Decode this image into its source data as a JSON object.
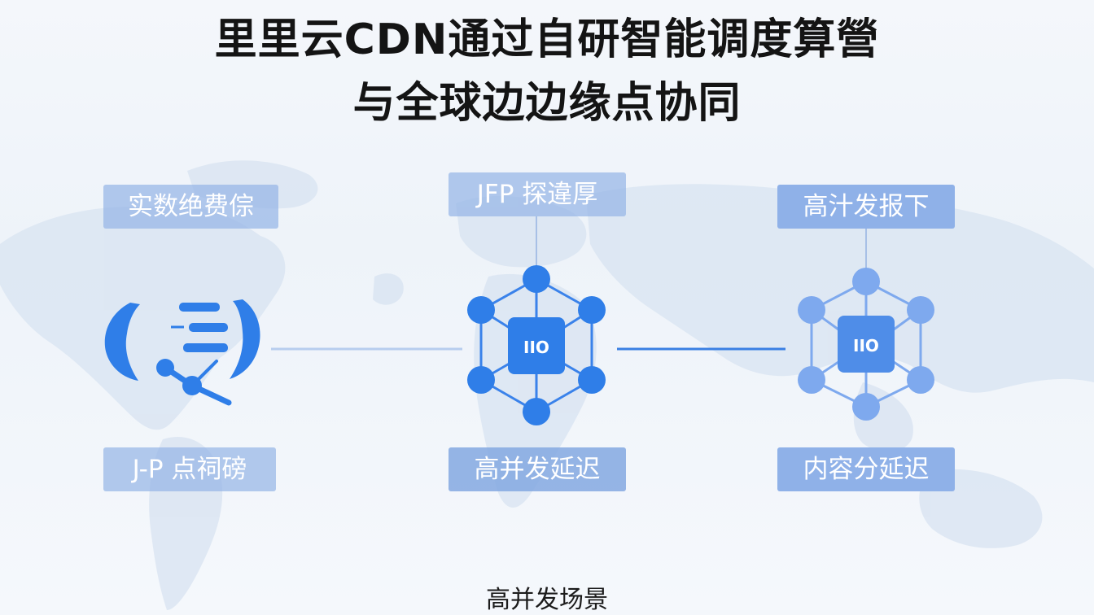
{
  "title": {
    "line1": "里里云CDN通过自研智能调度算營",
    "line2": "与全球边边缘点协同"
  },
  "labels": {
    "top_left": "实数绝费倧",
    "top_center": "JFP 探違厚",
    "top_right": "高汁发报下",
    "bottom_left": "J-P 点祠磅",
    "bottom_center": "高并发延迟",
    "bottom_right": "内容分延迟"
  },
  "nodes": {
    "center_chip": "IIO",
    "right_chip": "IIO"
  },
  "caption": "高并发场景",
  "colors": {
    "primary_blue": "#2f7ee8",
    "light_blue": "#7ea9ee",
    "label_bg": "#8fb1e8",
    "map": "#dde7f4"
  },
  "icons": {
    "left": "search-analytics-icon",
    "center": "network-hub-icon",
    "right": "network-hub-icon"
  }
}
